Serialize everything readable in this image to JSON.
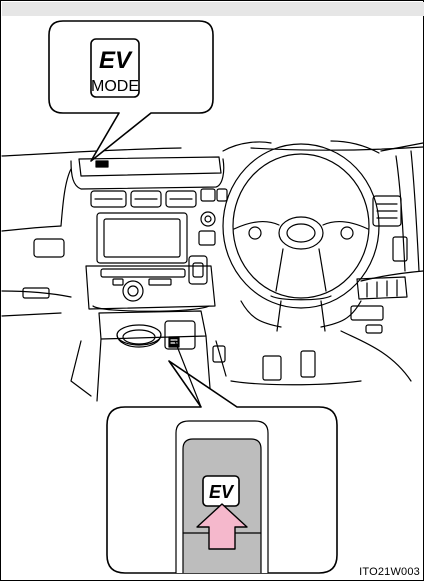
{
  "indicator_callout": {
    "ev_text": "EV",
    "mode_text": "MODE"
  },
  "switch_callout": {
    "ev_text": "EV"
  },
  "figure_code": "ITO21W003",
  "colors": {
    "line": "#000000",
    "switch_face": "#bdbdbd",
    "arrow_fill": "#f5b8cc",
    "band": "#e6e6e6"
  }
}
